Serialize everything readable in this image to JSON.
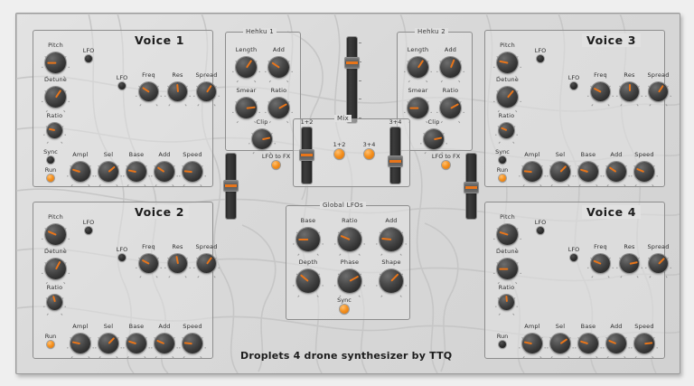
{
  "app": {
    "title": "Droplets 4 drone synthesizer by TTQ",
    "accent_color": "#e8751a",
    "panel_color": "#dcdcdc",
    "knob_color": "#3a3a3a"
  },
  "voices": [
    {
      "id": "voice-1",
      "title": "Voice 1",
      "left_knobs": [
        {
          "label": "Pitch",
          "value": 18
        },
        {
          "label": "Detune",
          "value": 62
        },
        {
          "label": "Ratio",
          "value": 22
        }
      ],
      "leds": [
        {
          "label": "LFO",
          "state": "off"
        },
        {
          "label": "LFO",
          "state": "off"
        },
        {
          "label": "Sync",
          "state": "off"
        },
        {
          "label": "Run",
          "state": "on"
        }
      ],
      "filter_knobs": [
        {
          "label": "Freq",
          "value": 30
        },
        {
          "label": "Res",
          "value": 48
        },
        {
          "label": "Spread",
          "value": 62
        }
      ],
      "bottom_knobs": [
        {
          "label": "Ampl",
          "value": 24
        },
        {
          "label": "Sel",
          "value": 68
        },
        {
          "label": "Base",
          "value": 22
        },
        {
          "label": "Add",
          "value": 30
        },
        {
          "label": "Speed",
          "value": 20
        }
      ]
    },
    {
      "id": "voice-2",
      "title": "Voice 2",
      "left_knobs": [
        {
          "label": "Pitch",
          "value": 26
        },
        {
          "label": "Detune",
          "value": 60
        },
        {
          "label": "Ratio",
          "value": 44
        }
      ],
      "leds": [
        {
          "label": "LFO",
          "state": "off"
        },
        {
          "label": "LFO",
          "state": "off"
        },
        {
          "label": "Run",
          "state": "on"
        }
      ],
      "filter_knobs": [
        {
          "label": "Freq",
          "value": 28
        },
        {
          "label": "Res",
          "value": 46
        },
        {
          "label": "Spread",
          "value": 63
        }
      ],
      "bottom_knobs": [
        {
          "label": "Ampl",
          "value": 22
        },
        {
          "label": "Sel",
          "value": 66
        },
        {
          "label": "Base",
          "value": 24
        },
        {
          "label": "Add",
          "value": 26
        },
        {
          "label": "Speed",
          "value": 20
        }
      ]
    },
    {
      "id": "voice-3",
      "title": "Voice 3",
      "left_knobs": [
        {
          "label": "Pitch",
          "value": 22
        },
        {
          "label": "Detune",
          "value": 64
        },
        {
          "label": "Ratio",
          "value": 26
        }
      ],
      "leds": [
        {
          "label": "LFO",
          "state": "off"
        },
        {
          "label": "LFO",
          "state": "off"
        },
        {
          "label": "Sync",
          "state": "off"
        },
        {
          "label": "Run",
          "state": "on"
        }
      ],
      "filter_knobs": [
        {
          "label": "Freq",
          "value": 28
        },
        {
          "label": "Res",
          "value": 50
        },
        {
          "label": "Spread",
          "value": 62
        }
      ],
      "bottom_knobs": [
        {
          "label": "Ampl",
          "value": 20
        },
        {
          "label": "Sel",
          "value": 66
        },
        {
          "label": "Base",
          "value": 24
        },
        {
          "label": "Add",
          "value": 30
        },
        {
          "label": "Speed",
          "value": 26
        }
      ]
    },
    {
      "id": "voice-4",
      "title": "Voice 4",
      "left_knobs": [
        {
          "label": "Pitch",
          "value": 24
        },
        {
          "label": "Detune",
          "value": 18
        },
        {
          "label": "Ratio",
          "value": 48
        }
      ],
      "leds": [
        {
          "label": "LFO",
          "state": "off"
        },
        {
          "label": "LFO",
          "state": "off"
        },
        {
          "label": "Run",
          "state": "off"
        }
      ],
      "filter_knobs": [
        {
          "label": "Freq",
          "value": 26
        },
        {
          "label": "Res",
          "value": 78
        },
        {
          "label": "Spread",
          "value": 66
        }
      ],
      "bottom_knobs": [
        {
          "label": "Ampl",
          "value": 22
        },
        {
          "label": "Sel",
          "value": 70
        },
        {
          "label": "Base",
          "value": 24
        },
        {
          "label": "Add",
          "value": 26
        },
        {
          "label": "Speed",
          "value": 80
        }
      ]
    }
  ],
  "hehku": [
    {
      "id": "hehku-1",
      "title": "Hehku 1",
      "knobs": [
        {
          "label": "Length",
          "value": 62
        },
        {
          "label": "Add",
          "value": 30
        },
        {
          "label": "Smear",
          "value": 80
        },
        {
          "label": "Ratio",
          "value": 72
        },
        {
          "label": "Clip",
          "value": 78
        }
      ]
    },
    {
      "id": "hehku-2",
      "title": "Hehku 2",
      "knobs": [
        {
          "label": "Length",
          "value": 62
        },
        {
          "label": "Add",
          "value": 58
        },
        {
          "label": "Smear",
          "value": 18
        },
        {
          "label": "Ratio",
          "value": 72
        },
        {
          "label": "Clip",
          "value": 78
        }
      ]
    }
  ],
  "mix": {
    "title": "Mix",
    "sliders": [
      {
        "label": "1+2",
        "value": 48
      },
      {
        "label": "3+4",
        "value": 34
      }
    ],
    "leds": [
      {
        "label": "1+2",
        "state": "on"
      },
      {
        "label": "3+4",
        "state": "on"
      }
    ]
  },
  "master_slider": {
    "name": "master-level",
    "value": 72
  },
  "fx_sends": [
    {
      "id": "lfo-to-fx-left",
      "label": "LFO to FX",
      "state": "on",
      "slider_value": 50
    },
    {
      "id": "lfo-to-fx-right",
      "label": "LFO to FX",
      "state": "on",
      "slider_value": 46
    }
  ],
  "global_lfos": {
    "title": "Global LFOs",
    "knobs": [
      {
        "label": "Base",
        "value": 18
      },
      {
        "label": "Ratio",
        "value": 26
      },
      {
        "label": "Add",
        "value": 20
      },
      {
        "label": "Depth",
        "value": 32
      },
      {
        "label": "Phase",
        "value": 72
      },
      {
        "label": "Shape",
        "value": 66
      }
    ],
    "sync": {
      "label": "Sync",
      "state": "on"
    }
  }
}
